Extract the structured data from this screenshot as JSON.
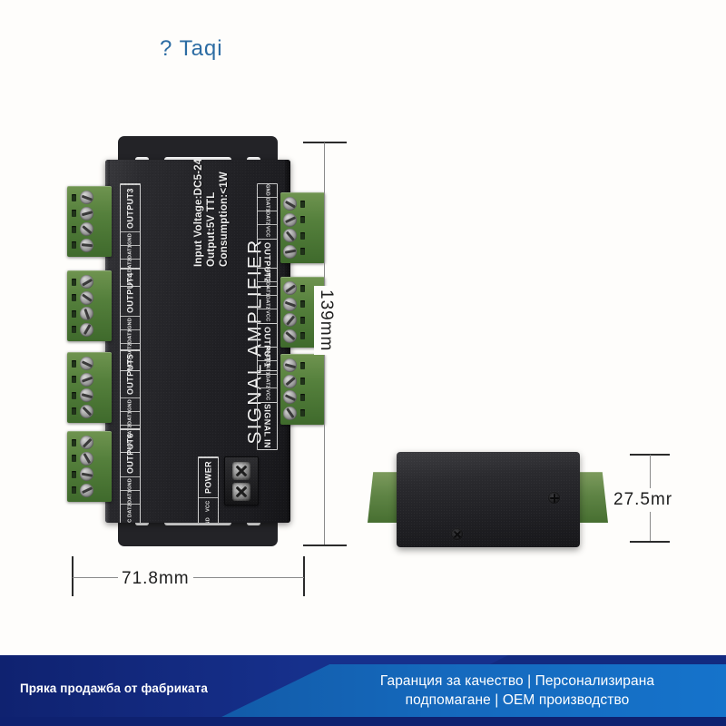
{
  "logo": {
    "text": "? Taqi",
    "color": "#2c6ca3"
  },
  "product": {
    "title": "SIGNAL AMPLIFIER",
    "spec_lines": [
      "Input Voltage:DC5-24V",
      "Output:5V TTL",
      "Consumption:<1W"
    ],
    "pin_names": [
      "GND",
      "DAT1",
      "DAT2",
      "VCC"
    ],
    "left_ports": [
      {
        "name": "OUTPUT3"
      },
      {
        "name": "OUTPUT4"
      },
      {
        "name": "OUTPUT5"
      },
      {
        "name": "OUTPUT6"
      }
    ],
    "right_ports": [
      {
        "name": "OUTPUT2"
      },
      {
        "name": "OUTPUT1"
      },
      {
        "name": "SIGNAL IN"
      }
    ],
    "power": {
      "label": "POWER",
      "pins": [
        "VCC",
        "GND"
      ]
    }
  },
  "dimensions": {
    "height": "139mm",
    "width": "71.8mm",
    "depth": "27.5mr"
  },
  "banner": {
    "left_text": "Пряка продажба от фабриката",
    "right_line1": "Гаранция за качество | Персонализирана",
    "right_line2": "подпомагане | OEM производство",
    "dark_color": "#16308c",
    "light_color": "#1569bd"
  }
}
